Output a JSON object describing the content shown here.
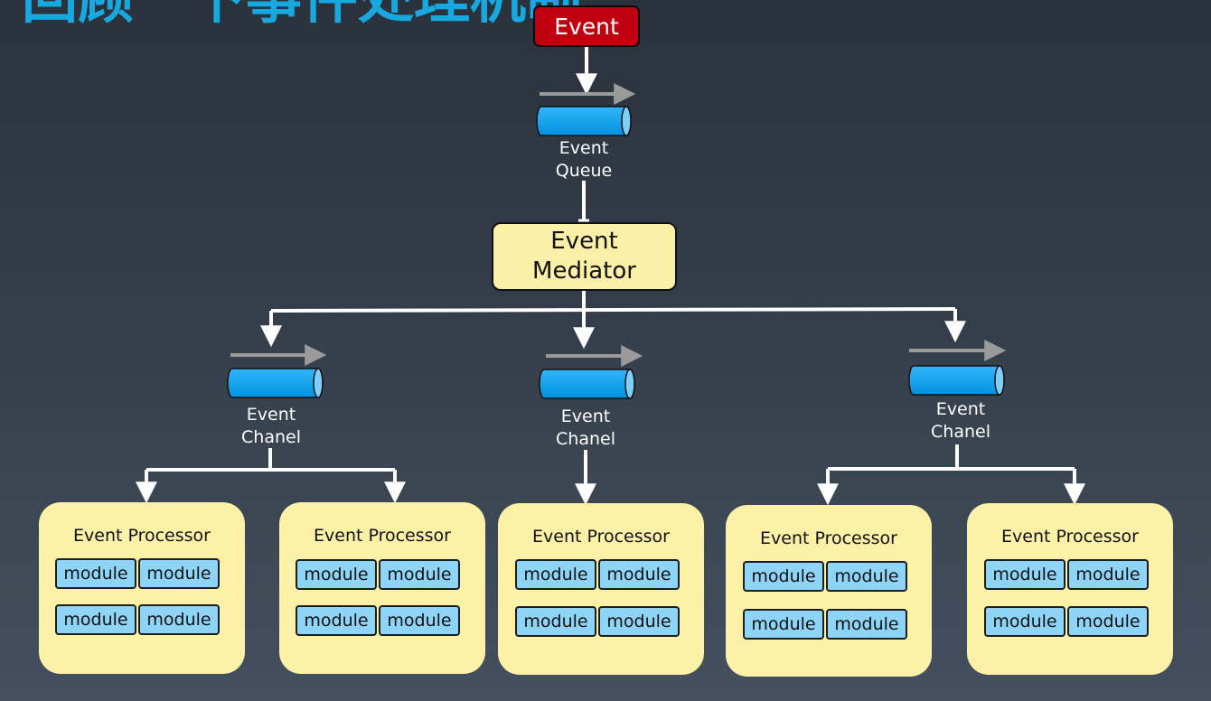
{
  "slide_title": "回顾一下事件处理机制",
  "event": {
    "label": "Event"
  },
  "event_queue": {
    "caption_line1": "Event",
    "caption_line2": "Queue"
  },
  "mediator": {
    "line1": "Event",
    "line2": "Mediator"
  },
  "channels": [
    {
      "caption_line1": "Event",
      "caption_line2": "Chanel"
    },
    {
      "caption_line1": "Event",
      "caption_line2": "Chanel"
    },
    {
      "caption_line1": "Event",
      "caption_line2": "Chanel"
    }
  ],
  "processors": [
    {
      "title": "Event Processor",
      "modules": [
        "module",
        "module",
        "module",
        "module"
      ]
    },
    {
      "title": "Event Processor",
      "modules": [
        "module",
        "module",
        "module",
        "module"
      ]
    },
    {
      "title": "Event Processor",
      "modules": [
        "module",
        "module",
        "module",
        "module"
      ]
    },
    {
      "title": "Event Processor",
      "modules": [
        "module",
        "module",
        "module",
        "module"
      ]
    },
    {
      "title": "Event Processor",
      "modules": [
        "module",
        "module",
        "module",
        "module"
      ]
    }
  ],
  "colors": {
    "title": "#16a8df",
    "event_fill": "#c1000f",
    "mediator_fill": "#fcf0a8",
    "processor_fill": "#fdf1a8",
    "module_fill": "#8ed4f7",
    "queue_fill": "#00a2f4",
    "connector": "#ffffff",
    "flow_arrow": "#9a9a9a"
  }
}
